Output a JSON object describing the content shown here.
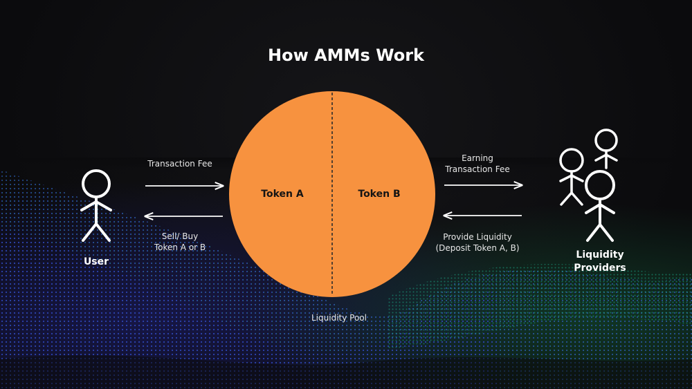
{
  "title": "How AMMs Work",
  "pool": {
    "token_a": "Token A",
    "token_b": "Token B",
    "label": "Liquidity Pool",
    "color": "#f7923f"
  },
  "user": {
    "label": "User",
    "fee_label": "Transaction Fee",
    "sell_buy_line1": "Sell/ Buy",
    "sell_buy_line2": "Token A or B"
  },
  "providers": {
    "label_line1": "Liquidity",
    "label_line2": "Providers",
    "earning_line1": "Earning",
    "earning_line2": "Transaction Fee",
    "provide_line1": "Provide Liquidity",
    "provide_line2": "(Deposit Token A, B)"
  },
  "colors": {
    "background": "#0b0b0d",
    "wave_blue": "#3a3aff",
    "wave_green": "#27c46a",
    "text": "#ffffff"
  }
}
